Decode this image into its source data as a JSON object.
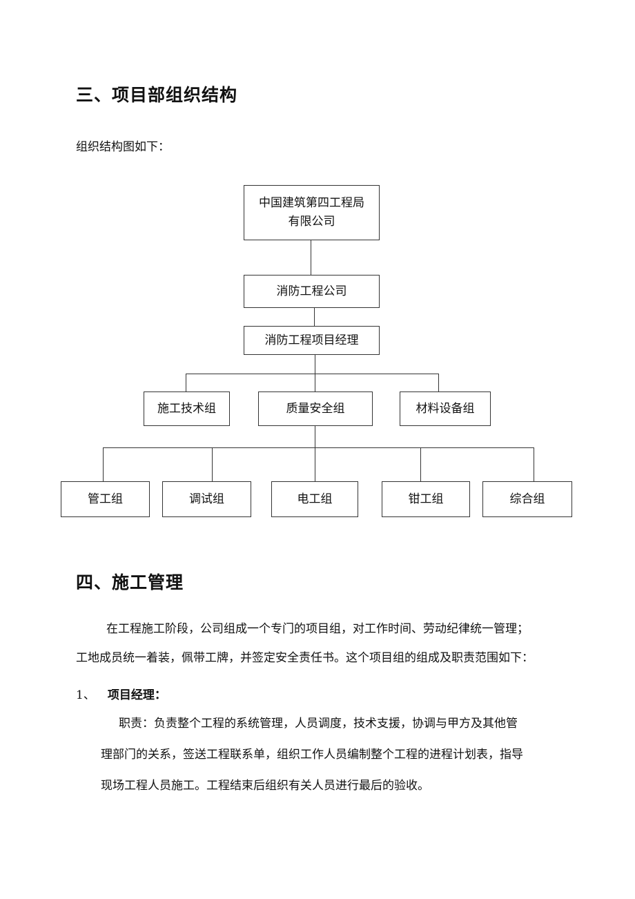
{
  "section3": {
    "heading": "三、项目部组织结构",
    "intro": "组织结构图如下："
  },
  "org_chart": {
    "root": {
      "line1": "中国建筑第四工程局",
      "line2": "有限公司"
    },
    "company": "消防工程公司",
    "manager": "消防工程项目经理",
    "groups": [
      "施工技术组",
      "质量安全组",
      "材料设备组"
    ],
    "teams": [
      "管工组",
      "调试组",
      "电工组",
      "钳工组",
      "综合组"
    ]
  },
  "section4": {
    "heading": "四、施工管理",
    "para_line1": "在工程施工阶段，公司组成一个专门的项目组，对工作时间、劳动纪律统一管理；",
    "para_line2": "工地成员统一着装，佩带工牌，并签定安全责任书。这个项目组的组成及职责范围如下：",
    "item1_number": "1、",
    "item1_title": "项目经理：",
    "duty_line1": "职责：负责整个工程的系统管理，人员调度，技术支援，协调与甲方及其他管",
    "duty_line2": "理部门的关系，签送工程联系单，组织工作人员编制整个工程的进程计划表，指导",
    "duty_line3": "现场工程人员施工。工程结束后组织有关人员进行最后的验收。"
  }
}
